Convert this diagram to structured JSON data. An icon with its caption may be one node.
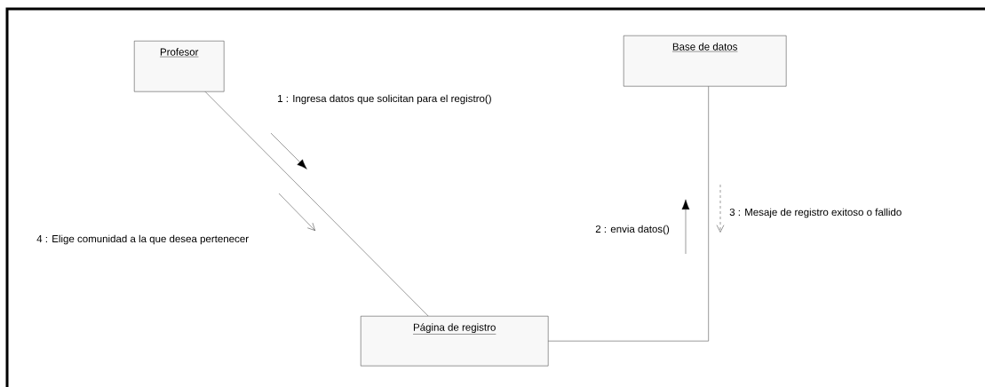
{
  "diagram": {
    "nodes": [
      {
        "text": [
          "Profesor"
        ]
      },
      {
        "text": [
          "Base de datos"
        ]
      },
      {
        "text": [
          "Página de registro"
        ]
      }
    ],
    "edges": [
      {
        "from": 0,
        "to": 2,
        "arrow": "none"
      },
      {
        "from": 2,
        "to": 1,
        "arrow": "none"
      }
    ],
    "labels": [
      "1 : Ingresa datos que solicitan para el registro()",
      "3 : Mesaje de registro exitoso o fallido",
      "2 : envia datos()",
      "4 : Elige comunidad a la que desea pertenecer"
    ]
  }
}
